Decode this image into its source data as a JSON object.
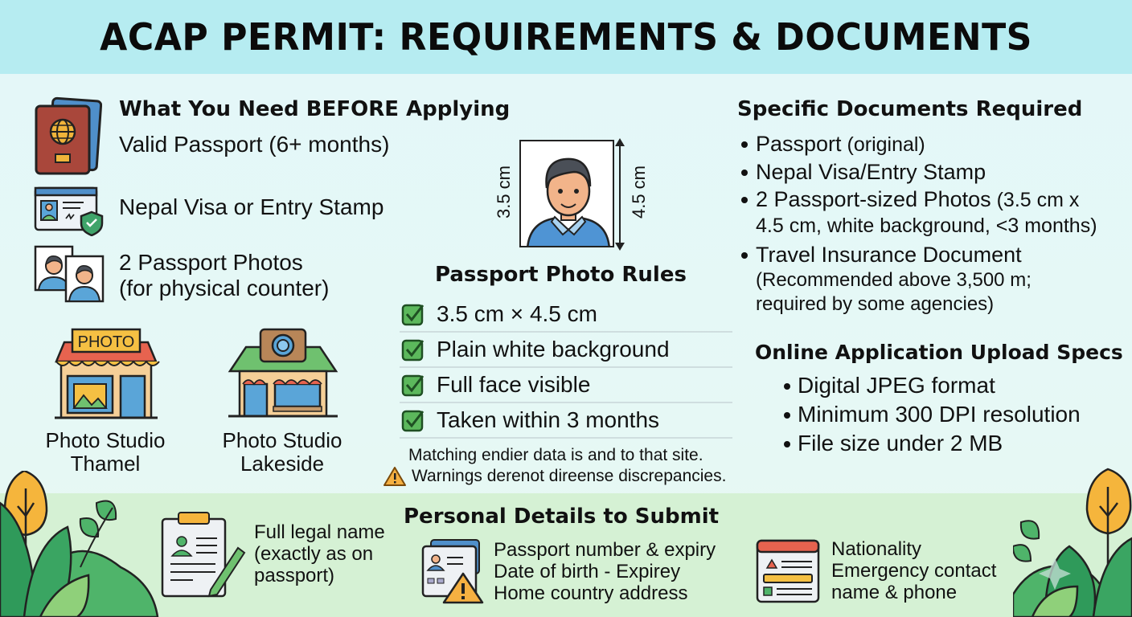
{
  "header": {
    "title": "ACAP PERMIT: REQUIREMENTS & DOCUMENTS"
  },
  "before_applying": {
    "heading": "What You Need BEFORE Applying",
    "items": [
      {
        "icon": "passport-icon",
        "label": "Valid Passport (6+ months)"
      },
      {
        "icon": "visa-card-icon",
        "label": "Nepal Visa or Entry Stamp"
      },
      {
        "icon": "passport-photos-icon",
        "line1": "2 Passport Photos",
        "line2": "(for physical counter)"
      }
    ],
    "studios": [
      {
        "icon": "photo-shop-icon",
        "sign": "PHOTO",
        "line1": "Photo Studio",
        "line2": "Thamel"
      },
      {
        "icon": "camera-shop-icon",
        "line1": "Photo Studio",
        "line2": "Lakeside"
      }
    ]
  },
  "photo_rules": {
    "width_label": "3.5 cm",
    "height_label": "4.5 cm",
    "heading": "Passport Photo Rules",
    "rules": [
      "3.5 cm × 4.5 cm",
      "Plain white background",
      "Full face visible",
      "Taken within 3 months"
    ],
    "note_line1": "Matching endier data is and to that site.",
    "note_line2": "Warnings derenot direense discrepancies."
  },
  "documents": {
    "heading": "Specific Documents Required",
    "items": [
      {
        "bold": "Passport",
        "paren": " (original)"
      },
      {
        "bold": "Nepal Visa/Entry Stamp"
      },
      {
        "bold": "2 Passport-sized Photos",
        "paren": " (3.5 cm x",
        "cont": "4.5 cm, white background, <3 months)"
      },
      {
        "bold": "Travel Insurance Document",
        "sub1": "(Recommended above 3,500 m;",
        "sub2": "required by some agencies)"
      }
    ]
  },
  "upload_specs": {
    "heading": "Online Application Upload Specs",
    "items": [
      "Digital JPEG format",
      "Minimum 300 DPI resolution",
      "File size under 2 MB"
    ]
  },
  "personal_details": {
    "heading": "Personal Details to Submit",
    "groups": [
      {
        "icon": "clipboard-pen-icon",
        "lines": [
          "Full legal name",
          "(exactly as on",
          "passport)"
        ]
      },
      {
        "icon": "id-card-warning-icon",
        "lines": [
          "Passport number & expiry",
          "Date of birth - Expirey",
          "Home country address"
        ]
      },
      {
        "icon": "form-window-icon",
        "lines": [
          "Nationality",
          "Emergency contact",
          "name & phone"
        ]
      }
    ]
  },
  "colors": {
    "header_bg": "#b6ecf1",
    "body_bg": "#e3f7f9",
    "band_bg": "#d5f1d4",
    "check_green": "#5cb85c",
    "warning_orange": "#f5b041",
    "leaf_green": "#3fa46a"
  }
}
